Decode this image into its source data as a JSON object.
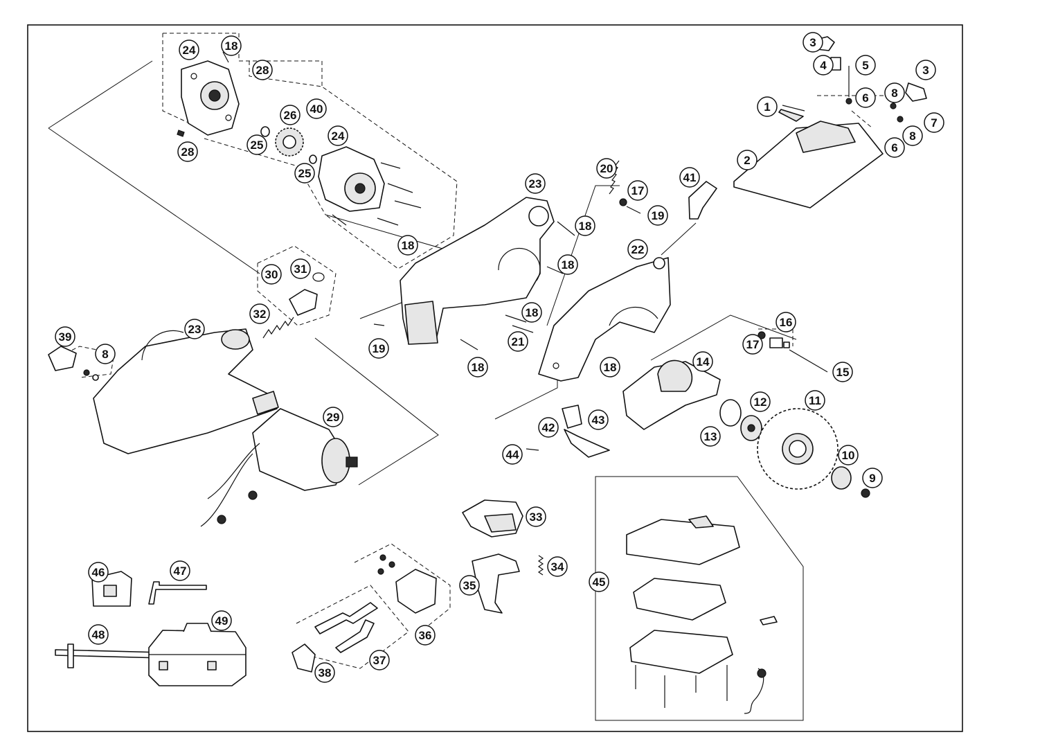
{
  "callouts": [
    {
      "id": "c24a",
      "label": "24"
    },
    {
      "id": "c18a",
      "label": "18"
    },
    {
      "id": "c28a",
      "label": "28"
    },
    {
      "id": "c40",
      "label": "40"
    },
    {
      "id": "c26",
      "label": "26"
    },
    {
      "id": "c25a",
      "label": "25"
    },
    {
      "id": "c28b",
      "label": "28"
    },
    {
      "id": "c25b",
      "label": "25"
    },
    {
      "id": "c24b",
      "label": "24"
    },
    {
      "id": "c18b",
      "label": "18"
    },
    {
      "id": "c23a",
      "label": "23"
    },
    {
      "id": "c18c",
      "label": "18"
    },
    {
      "id": "c18d",
      "label": "18"
    },
    {
      "id": "c18e",
      "label": "18"
    },
    {
      "id": "c19a",
      "label": "19"
    },
    {
      "id": "c21",
      "label": "21"
    },
    {
      "id": "c18f",
      "label": "18"
    },
    {
      "id": "c20",
      "label": "20"
    },
    {
      "id": "c17a",
      "label": "17"
    },
    {
      "id": "c19b",
      "label": "19"
    },
    {
      "id": "c41",
      "label": "41"
    },
    {
      "id": "c22",
      "label": "22"
    },
    {
      "id": "c18g",
      "label": "18"
    },
    {
      "id": "c14",
      "label": "14"
    },
    {
      "id": "c16",
      "label": "16"
    },
    {
      "id": "c17b",
      "label": "17"
    },
    {
      "id": "c15",
      "label": "15"
    },
    {
      "id": "c3a",
      "label": "3"
    },
    {
      "id": "c4",
      "label": "4"
    },
    {
      "id": "c5",
      "label": "5"
    },
    {
      "id": "c3b",
      "label": "3"
    },
    {
      "id": "c1",
      "label": "1"
    },
    {
      "id": "c6a",
      "label": "6"
    },
    {
      "id": "c8a",
      "label": "8"
    },
    {
      "id": "c7",
      "label": "7"
    },
    {
      "id": "c2",
      "label": "2"
    },
    {
      "id": "c6b",
      "label": "6"
    },
    {
      "id": "c8b",
      "label": "8"
    },
    {
      "id": "c30",
      "label": "30"
    },
    {
      "id": "c31",
      "label": "31"
    },
    {
      "id": "c32",
      "label": "32"
    },
    {
      "id": "c23b",
      "label": "23"
    },
    {
      "id": "c39",
      "label": "39"
    },
    {
      "id": "c8c",
      "label": "8"
    },
    {
      "id": "c29",
      "label": "29"
    },
    {
      "id": "c42",
      "label": "42"
    },
    {
      "id": "c43",
      "label": "43"
    },
    {
      "id": "c44",
      "label": "44"
    },
    {
      "id": "c13",
      "label": "13"
    },
    {
      "id": "c12",
      "label": "12"
    },
    {
      "id": "c11",
      "label": "11"
    },
    {
      "id": "c10",
      "label": "10"
    },
    {
      "id": "c9",
      "label": "9"
    },
    {
      "id": "c33",
      "label": "33"
    },
    {
      "id": "c34",
      "label": "34"
    },
    {
      "id": "c35",
      "label": "35"
    },
    {
      "id": "c36",
      "label": "36"
    },
    {
      "id": "c37",
      "label": "37"
    },
    {
      "id": "c38",
      "label": "38"
    },
    {
      "id": "c45",
      "label": "45"
    },
    {
      "id": "c46",
      "label": "46"
    },
    {
      "id": "c47",
      "label": "47"
    },
    {
      "id": "c48",
      "label": "48"
    },
    {
      "id": "c49",
      "label": "49"
    }
  ]
}
